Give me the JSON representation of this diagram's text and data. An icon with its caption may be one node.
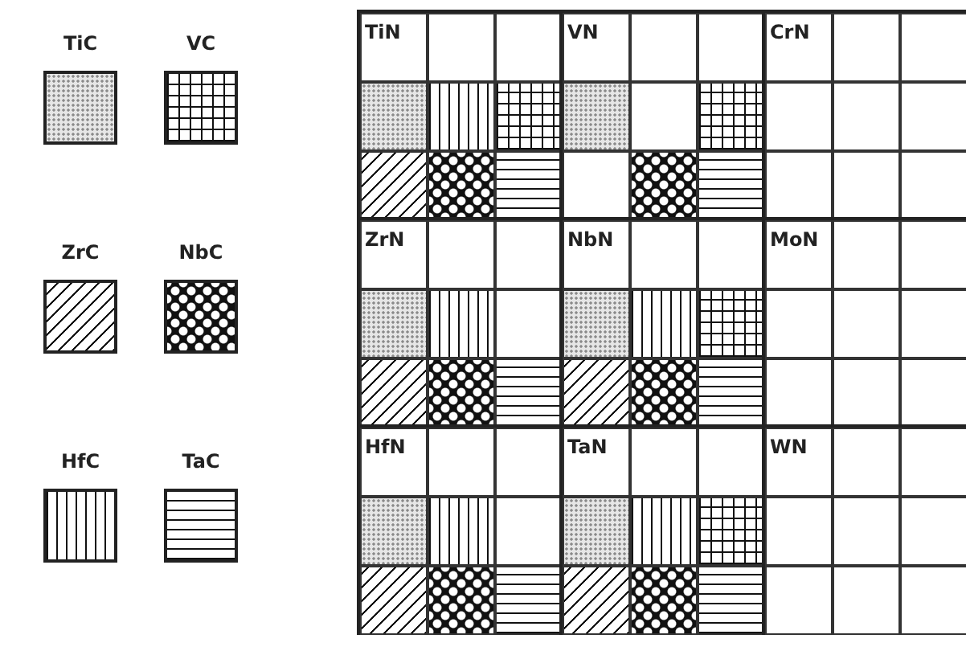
{
  "diagram": {
    "nodes": [
      {
        "text": [
          "TiN"
        ]
      },
      {
        "text": [],
        "shape": "box",
        "in": 0
      },
      {
        "text": [],
        "shape": "box",
        "in": 0
      },
      {
        "text": [],
        "shape": "stippled",
        "in": 0
      },
      {
        "text": [],
        "shape": "vstripes",
        "in": 0
      },
      {
        "text": [],
        "shape": "grid",
        "in": 0
      },
      {
        "text": [],
        "shape": "hatched",
        "in": 0
      },
      {
        "text": [],
        "shape": "checkered",
        "in": 0
      },
      {
        "text": [],
        "shape": "hstripes",
        "in": 0
      },
      {
        "text": [
          "VN"
        ]
      },
      {
        "text": [],
        "shape": "box",
        "in": 9
      },
      {
        "text": [],
        "shape": "box",
        "in": 9
      },
      {
        "text": [],
        "shape": "stippled",
        "in": 9
      },
      {
        "text": [],
        "shape": "box",
        "in": 9
      },
      {
        "text": [],
        "shape": "grid",
        "in": 9
      },
      {
        "text": [],
        "shape": "box",
        "in": 9
      },
      {
        "text": [],
        "shape": "checkered",
        "in": 9
      },
      {
        "text": [],
        "shape": "hstripes",
        "in": 9
      },
      {
        "text": [
          "CrN"
        ]
      },
      {
        "text": [],
        "shape": "box",
        "in": 18
      },
      {
        "text": [],
        "shape": "box",
        "in": 18
      },
      {
        "text": [],
        "shape": "box",
        "in": 18
      },
      {
        "text": [],
        "shape": "box",
        "in": 18
      },
      {
        "text": [],
        "shape": "box",
        "in": 18
      },
      {
        "text": [],
        "shape": "box",
        "in": 18
      },
      {
        "text": [],
        "shape": "box",
        "in": 18
      },
      {
        "text": [],
        "shape": "box",
        "in": 18
      },
      {
        "text": [
          "ZrN"
        ]
      },
      {
        "text": [],
        "shape": "box",
        "in": 27
      },
      {
        "text": [],
        "shape": "box",
        "in": 27
      },
      {
        "text": [],
        "shape": "stippled",
        "in": 27
      },
      {
        "text": [],
        "shape": "vstripes",
        "in": 27
      },
      {
        "text": [],
        "shape": "box",
        "in": 27
      },
      {
        "text": [],
        "shape": "hatched",
        "in": 27
      },
      {
        "text": [],
        "shape": "checkered",
        "in": 27
      },
      {
        "text": [],
        "shape": "hstripes",
        "in": 27
      },
      {
        "text": [
          "NbN"
        ]
      },
      {
        "text": [],
        "shape": "box",
        "in": 36
      },
      {
        "text": [],
        "shape": "box",
        "in": 36
      },
      {
        "text": [],
        "shape": "stippled",
        "in": 36
      },
      {
        "text": [],
        "shape": "vstripes",
        "in": 36
      },
      {
        "text": [],
        "shape": "grid",
        "in": 36
      },
      {
        "text": [],
        "shape": "hatched",
        "in": 36
      },
      {
        "text": [],
        "shape": "checkered",
        "in": 36
      },
      {
        "text": [],
        "shape": "hstripes",
        "in": 36
      },
      {
        "text": [
          "MoN"
        ]
      },
      {
        "text": [],
        "shape": "box",
        "in": 45
      },
      {
        "text": [],
        "shape": "box",
        "in": 45
      },
      {
        "text": [],
        "shape": "box",
        "in": 45
      },
      {
        "text": [],
        "shape": "box",
        "in": 45
      },
      {
        "text": [],
        "shape": "box",
        "in": 45
      },
      {
        "text": [],
        "shape": "box",
        "in": 45
      },
      {
        "text": [],
        "shape": "box",
        "in": 45
      },
      {
        "text": [],
        "shape": "box",
        "in": 45
      },
      {
        "text": [
          "HfN"
        ]
      },
      {
        "text": [],
        "shape": "box",
        "in": 54
      },
      {
        "text": [],
        "shape": "box",
        "in": 54
      },
      {
        "text": [],
        "shape": "stippled",
        "in": 54
      },
      {
        "text": [],
        "shape": "vstripes",
        "in": 54
      },
      {
        "text": [],
        "shape": "box",
        "in": 54
      },
      {
        "text": [],
        "shape": "hatched",
        "in": 54
      },
      {
        "text": [],
        "shape": "checkered",
        "in": 54
      },
      {
        "text": [],
        "shape": "hstripes",
        "in": 54
      },
      {
        "text": [
          "TaN"
        ]
      },
      {
        "text": [],
        "shape": "box",
        "in": 63
      },
      {
        "text": [],
        "shape": "box",
        "in": 63
      },
      {
        "text": [],
        "shape": "stippled",
        "in": 63
      },
      {
        "text": [],
        "shape": "vstripes",
        "in": 63
      },
      {
        "text": [],
        "shape": "grid",
        "in": 63
      },
      {
        "text": [],
        "shape": "hatched",
        "in": 63
      },
      {
        "text": [],
        "shape": "checkered",
        "in": 63
      },
      {
        "text": [],
        "shape": "hstripes",
        "in": 63
      },
      {
        "text": [
          "WN"
        ]
      },
      {
        "text": [],
        "shape": "box",
        "in": 72
      },
      {
        "text": [],
        "shape": "box",
        "in": 72
      },
      {
        "text": [],
        "shape": "box",
        "in": 72
      },
      {
        "text": [],
        "shape": "box",
        "in": 72
      },
      {
        "text": [],
        "shape": "box",
        "in": 72
      },
      {
        "text": [],
        "shape": "box",
        "in": 72
      },
      {
        "text": [],
        "shape": "box",
        "in": 72
      },
      {
        "text": [],
        "shape": "box",
        "in": 72
      }
    ],
    "legend": [
      {
        "text": "TiC"
      },
      {
        "text": "VC"
      },
      {
        "text": "ZrC"
      },
      {
        "text": "NbC"
      },
      {
        "text": "HfC"
      },
      {
        "text": "TaC"
      }
    ]
  }
}
